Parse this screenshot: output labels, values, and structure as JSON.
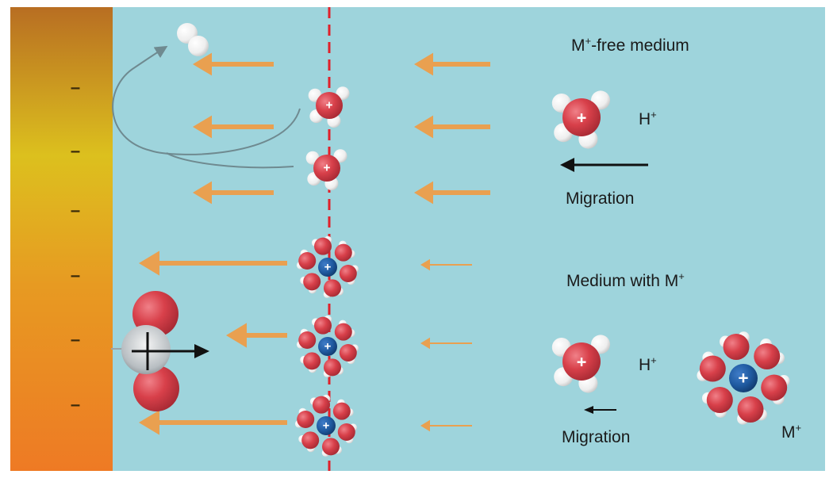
{
  "labels": {
    "free_medium": {
      "base": "M",
      "sup": "+",
      "rest": "-free medium"
    },
    "h_plus_top": {
      "base": "H",
      "sup": "+"
    },
    "migration_top": "Migration",
    "with_medium": {
      "base": "Medium with M",
      "sup": "+"
    },
    "h_plus_bottom": {
      "base": "H",
      "sup": "+"
    },
    "migration_bottom": "Migration",
    "m_plus": {
      "base": "M",
      "sup": "+"
    }
  },
  "charges": {
    "positive": "+",
    "negative": "–"
  },
  "electrode_charges": [
    "–",
    "–",
    "–",
    "–",
    "–",
    "–"
  ],
  "colors": {
    "medium": "#9ed4dc",
    "electrode_top": "#b86e22",
    "electrode_mid": "#dcc01e",
    "electrode_bottom": "#ee7a24",
    "flux_arrow": "#e9a050",
    "boundary": "#e0202a",
    "oxygen": "#d8404a",
    "cation": "#1f5aa0"
  }
}
